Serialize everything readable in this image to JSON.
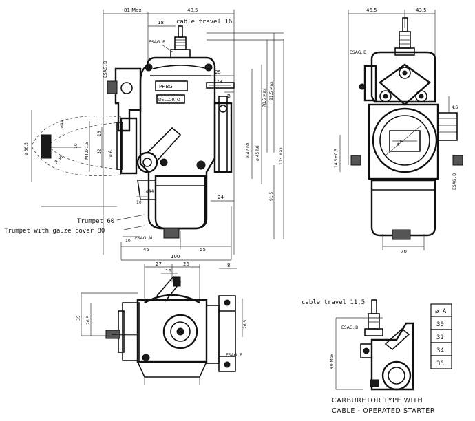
{
  "side_view": {
    "cable_travel_top": "cable travel 16",
    "dim_top_81max": "81 Max",
    "dim_top_48": "48,5",
    "dim_18": "18",
    "esag_b_top": "ESAG. B",
    "esag_b_left": "ESAG. B",
    "dim_25": "25",
    "dim_23": "23",
    "dim_b": "B",
    "phbg_label": "PHBG",
    "dellorto_label": "DELLORTO",
    "dim_phi_42": "ø 42 h8",
    "dim_phi_45": "ø 45 h8",
    "dim_785max": "78,5 Max",
    "dim_915max": "91,5 Max",
    "dim_103max": "103 Max",
    "dim_915": "91,5",
    "dim_24": "24",
    "dim_phi_a": "ø A",
    "dim_m42": "M42x1,5",
    "dim_32": "32",
    "dim_18_left": "18",
    "dim_10": "10",
    "dim_r30": "R 30",
    "dim_phi_865": "ø 86,5",
    "dim_phi_44": "ø44",
    "dim_10_bottom": "10",
    "dim_10b": "10",
    "dim_45": "45",
    "dim_55": "55",
    "dim_100": "100",
    "esag_m": "ESAG. M",
    "trumpet_60": "Trumpet 60",
    "trumpet_gauze": "Trumpet with gauze cover 80"
  },
  "front_view": {
    "dim_465": "46,5",
    "dim_435": "43,5",
    "esag_b": "ESAG. B",
    "dim_45": "4,5",
    "dim_phi_a": "ø A",
    "dim_side": "14,5±0,5",
    "esag_side": "ESAG. B",
    "dim_70": "70"
  },
  "top_view": {
    "dim_27": "27",
    "dim_26": "26",
    "dim_16": "16",
    "dim_8": "8",
    "dim_35": "35",
    "dim_265": "26,5",
    "dim_265b": "26,5",
    "esag_b": "ESAG. B"
  },
  "starter_view": {
    "cable_travel": "cable travel 11,5",
    "esag_b": "ESAG. B",
    "dim_69max": "69 Max",
    "caption_line1": "CARBURETOR TYPE WITH",
    "caption_line2": "CABLE - OPERATED STARTER"
  },
  "bore_table": {
    "header": "ø A",
    "sizes": [
      "30",
      "32",
      "34",
      "36"
    ]
  }
}
